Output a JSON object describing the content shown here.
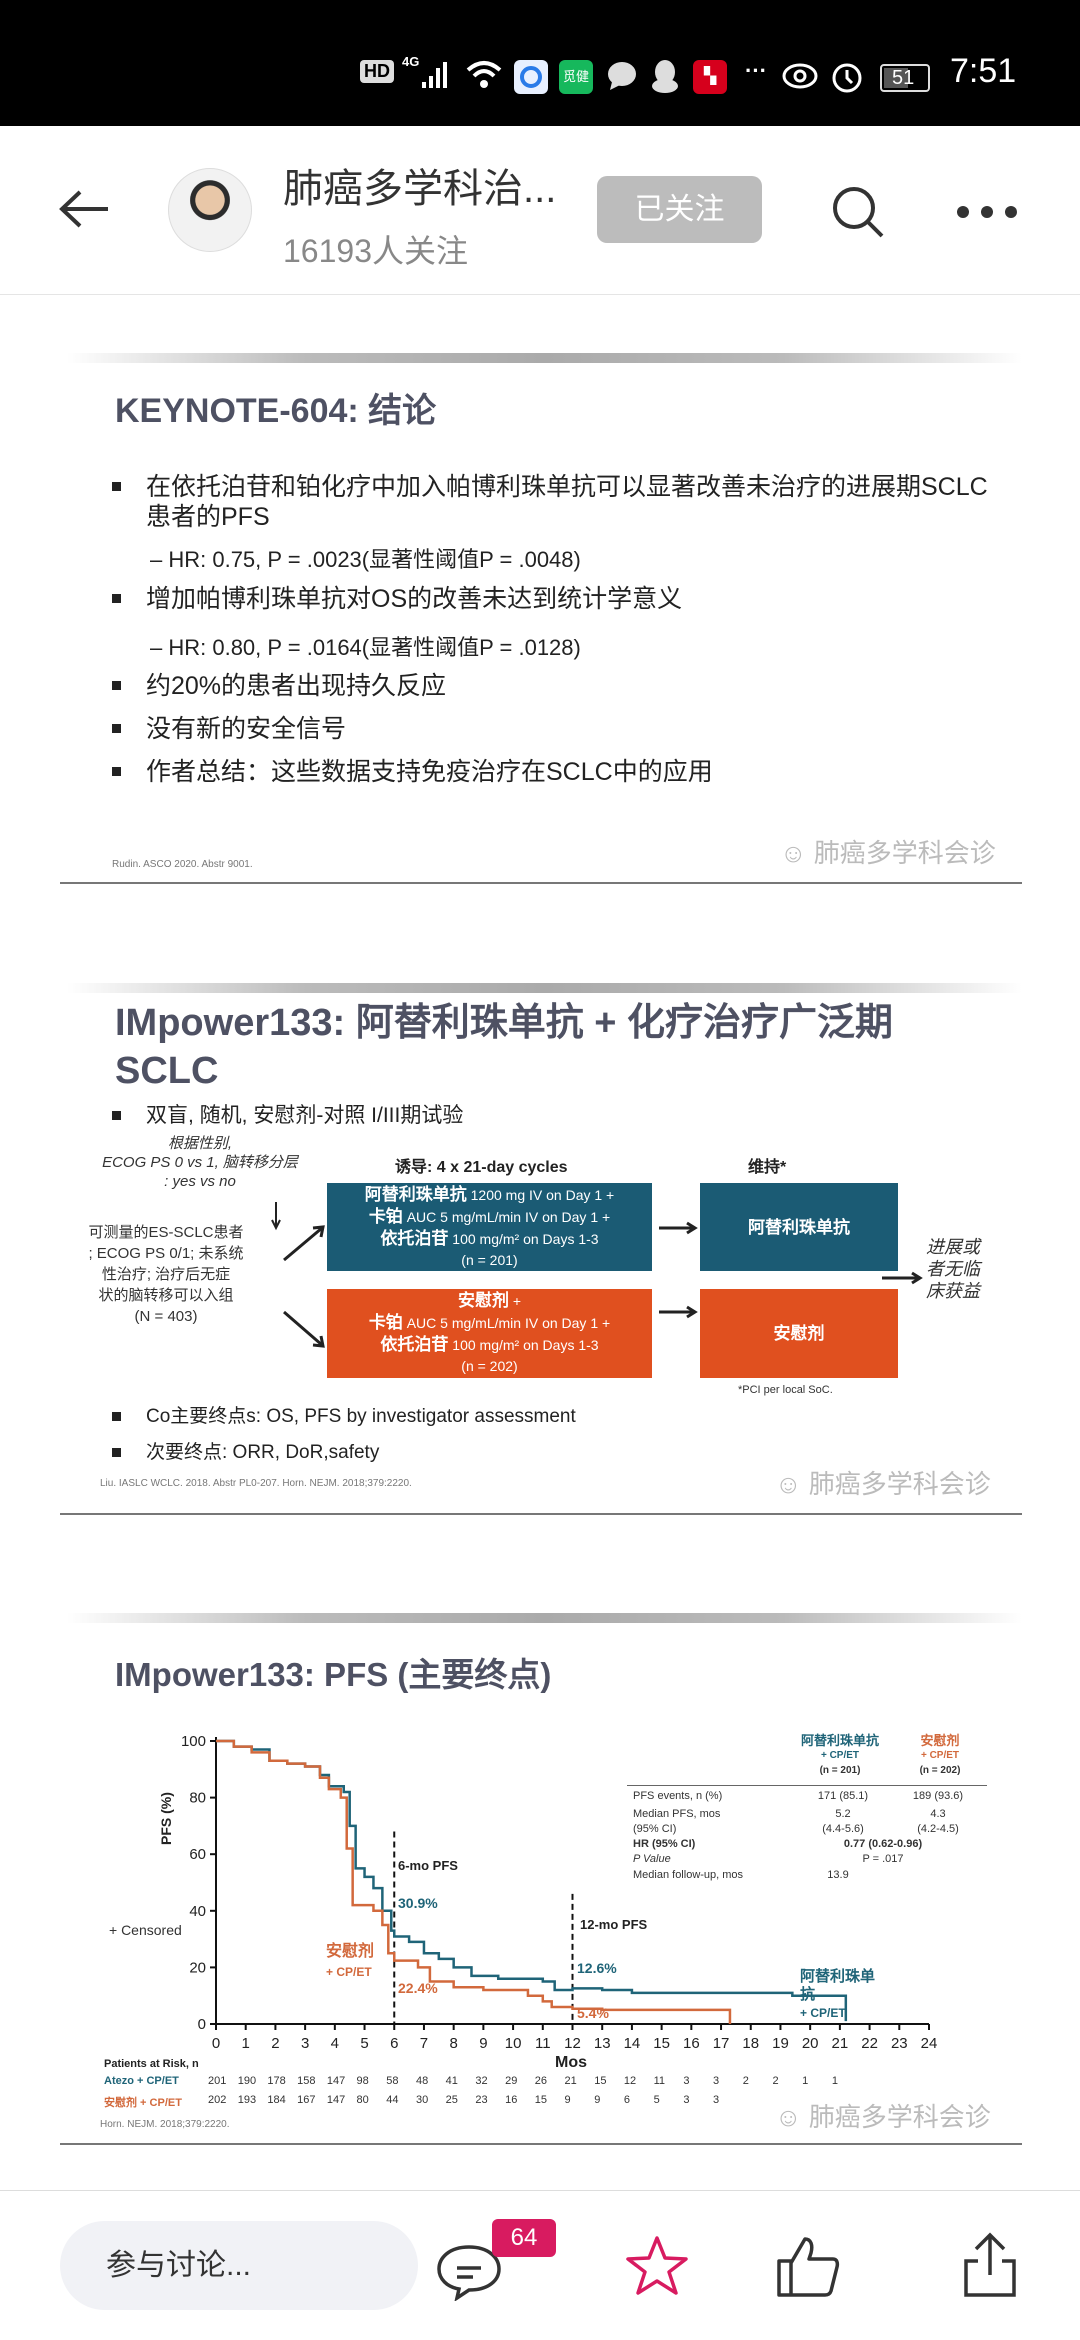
{
  "status_bar": {
    "hd": "HD",
    "network": "4G",
    "app_badge": "觅健",
    "more": "···",
    "battery": "51",
    "time": "7:51"
  },
  "header": {
    "title": "肺癌多学科治...",
    "followers": "16193人关注",
    "follow_button": "已关注"
  },
  "slide1": {
    "title": "KEYNOTE-604: 结论",
    "bullets": [
      "在依托泊苷和铂化疗中加入帕博利珠单抗可以显著改善未治疗的进展期SCLC患者的PFS",
      "增加帕博利珠单抗对OS的改善未达到统计学意义",
      "约20%的患者出现持久反应",
      "没有新的安全信号",
      "作者总结：这些数据支持免疫治疗在SCLC中的应用"
    ],
    "subs": [
      "– HR: 0.75, P = .0023(显著性阈值P = .0048)",
      "– HR: 0.80, P = .0164(显著性阈值P = .0128)"
    ],
    "reference": "Rudin. ASCO 2020. Abstr 9001.",
    "watermark": "肺癌多学科会诊"
  },
  "slide2": {
    "title_line1": "IMpower133: 阿替利珠单抗 + 化疗治疗广泛期",
    "title_line2": "SCLC",
    "bullet_top": "双盲, 随机, 安慰剂-对照 I/III期试验",
    "stratify": [
      "根据性别,",
      "ECOG PS 0 vs 1, 脑转移分层",
      ": yes vs no"
    ],
    "population": [
      "可测量的ES-SCLC患者",
      "; ECOG PS 0/1; 未系统",
      "性治疗; 治疗后无症",
      "状的脑转移可以入组",
      "(N = 403)"
    ],
    "induction_label": "诱导: 4 x 21-day cycles",
    "maintenance_label": "维持*",
    "arm_a": {
      "l1b": "阿替利珠单抗",
      "l1": " 1200 mg IV on Day 1 +",
      "l2b": "卡铂",
      "l2": " AUC 5 mg/mL/min IV on Day 1 +",
      "l3b": "依托泊苷",
      "l3": " 100 mg/m² on Days 1-3",
      "n": "(n = 201)",
      "maint": "阿替利珠单抗"
    },
    "arm_b": {
      "l1b": "安慰剂",
      "l1": " +",
      "l2b": "卡铂",
      "l2": " AUC 5 mg/mL/min IV on Day 1 +",
      "l3b": "依托泊苷",
      "l3": " 100 mg/m² on Days 1-3",
      "n": "(n = 202)",
      "maint": "安慰剂"
    },
    "outcome": [
      "进展或",
      "者无临",
      "床获益"
    ],
    "pci_note": "*PCI per local SoC.",
    "bullets": [
      "Co主要终点s: OS, PFS by investigator assessment",
      "次要终点: ORR, DoR,safety"
    ],
    "reference": "Liu. IASLC WCLC. 2018. Abstr PL0-207. Horn. NEJM. 2018;379:2220.",
    "watermark": "肺癌多学科会诊"
  },
  "slide3": {
    "title": "IMpower133: PFS (主要终点)",
    "table": {
      "col_a": [
        "阿替利珠单抗",
        "+ CP/ET",
        "(n = 201)"
      ],
      "col_b": [
        "安慰剂",
        "+ CP/ET",
        "(n = 202)"
      ],
      "rows": [
        {
          "label": "PFS events, n (%)",
          "a": "171 (85.1)",
          "b": "189 (93.6)"
        },
        {
          "label": "Median PFS, mos",
          "a": "5.2",
          "b": "4.3"
        },
        {
          "label": "(95% CI)",
          "a": "(4.4-5.6)",
          "b": "(4.2-4.5)"
        },
        {
          "label": "HR (95% CI)",
          "both": "0.77 (0.62-0.96)"
        },
        {
          "label": "P Value",
          "both": "P = .017"
        },
        {
          "label": "Median follow-up, mos",
          "both": "13.9"
        }
      ]
    },
    "risk": {
      "title": "Patients at Risk, n",
      "atezo_label": "Atezo + CP/ET",
      "placebo_label": "安慰剂 + CP/ET",
      "atezo": [
        201,
        190,
        178,
        158,
        147,
        98,
        58,
        48,
        41,
        32,
        29,
        26,
        21,
        15,
        12,
        11,
        3,
        3,
        2,
        2,
        1,
        1
      ],
      "placebo": [
        202,
        193,
        184,
        167,
        147,
        80,
        44,
        30,
        25,
        23,
        16,
        15,
        9,
        9,
        6,
        5,
        3,
        3
      ]
    },
    "reference": "Horn. NEJM. 2018;379:2220.",
    "watermark": "肺癌多学科会诊"
  },
  "chart_data": {
    "type": "line",
    "step": true,
    "xlabel": "Mos",
    "ylabel": "PFS (%)",
    "xlim": [
      0,
      24
    ],
    "ylim": [
      0,
      100
    ],
    "xticks": [
      0,
      1,
      2,
      3,
      4,
      5,
      6,
      7,
      8,
      9,
      10,
      11,
      12,
      13,
      14,
      15,
      16,
      17,
      18,
      19,
      20,
      21,
      22,
      23,
      24
    ],
    "yticks": [
      0,
      20,
      40,
      60,
      80,
      100
    ],
    "censored_legend": "+ Censored",
    "series": [
      {
        "name": "阿替利珠单抗 + CP/ET",
        "color": "#1f6478",
        "x": [
          0,
          0.6,
          1.2,
          1.8,
          2.4,
          3,
          3.5,
          3.8,
          4.3,
          4.5,
          4.7,
          5.0,
          5.3,
          5.6,
          5.9,
          6,
          6.5,
          7,
          7.5,
          8,
          8.6,
          9.5,
          11,
          11.4,
          12,
          13,
          14,
          15,
          16,
          17,
          18,
          19.4,
          21.2
        ],
        "y": [
          100,
          98,
          97,
          93,
          92,
          91,
          88,
          84,
          82,
          70,
          55,
          52,
          48,
          40,
          33,
          30.9,
          29,
          25,
          23,
          20,
          17,
          16,
          15,
          12,
          12.6,
          12,
          11,
          11,
          11,
          11,
          11,
          10,
          3
        ]
      },
      {
        "name": "安慰剂 + CP/ET",
        "color": "#d2693c",
        "x": [
          0,
          0.6,
          1.2,
          1.8,
          2.4,
          3,
          3.5,
          3.8,
          4.2,
          4.4,
          4.6,
          5.3,
          5.6,
          5.8,
          6,
          6.8,
          7.2,
          8,
          9,
          10.5,
          11,
          11.3,
          12,
          13,
          15,
          17.3
        ],
        "y": [
          100,
          98,
          96,
          93,
          92,
          91,
          87,
          83,
          80,
          62,
          42,
          40,
          35,
          25,
          22.4,
          20,
          15,
          13,
          12,
          10,
          8,
          6,
          5.4,
          5,
          5,
          0
        ]
      }
    ],
    "annotations": [
      {
        "x": 6,
        "label": "6-mo PFS",
        "values": [
          "30.9%",
          "22.4%"
        ]
      },
      {
        "x": 12,
        "label": "12-mo PFS",
        "values": [
          "12.6%",
          "5.4%"
        ]
      }
    ],
    "series_labels": {
      "atezo": [
        "阿替利珠单",
        "抗",
        "+ CP/ET"
      ],
      "placebo": [
        "安慰剂",
        "+ CP/ET"
      ]
    }
  },
  "bottom_bar": {
    "comment_placeholder": "参与讨论...",
    "comment_count": "64"
  }
}
